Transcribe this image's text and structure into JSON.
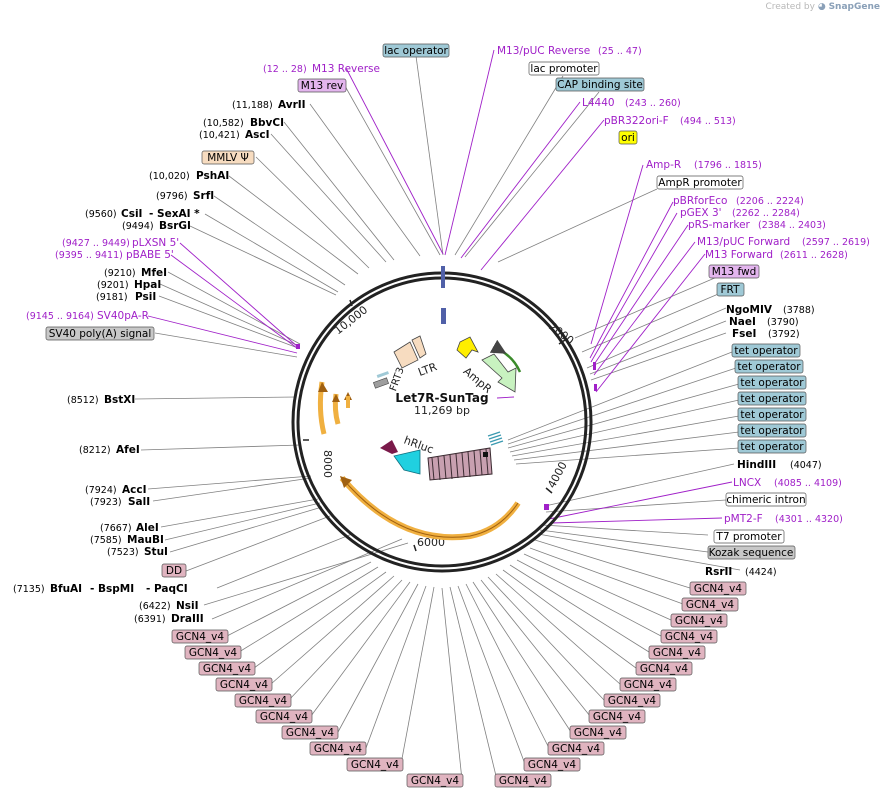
{
  "credit": {
    "prefix": "Created by",
    "brand": "SnapGene"
  },
  "plasmid": {
    "name": "Let7R-SunTag",
    "length": "11,269 bp"
  },
  "ticks": [
    "10,000",
    "2000",
    "4000",
    "6000",
    "8000"
  ],
  "features_inner": [
    "LTR",
    "FRT3",
    "AmpR",
    "hRluc"
  ],
  "colors": {
    "misc_feature": "#9fc9d6",
    "promoter_box": "#ffffff",
    "primer": "#a020c8",
    "ori": "#ffff00",
    "psi": "#f7dcc0",
    "polyA": "#c8c8c8",
    "gcn4": "#e0b4c0",
    "m13_rev": "#e3b5ee"
  },
  "labels": {
    "lac_operator": "lac operator",
    "m13_puc_reverse": "M13/pUC Reverse",
    "m13_puc_reverse_range": "(25 .. 47)",
    "lac_promoter": "lac promoter",
    "cap_site": "CAP binding site",
    "l4440": "L4440",
    "l4440_range": "(243 .. 260)",
    "pbr322ori_f": "pBR322ori-F",
    "pbr322ori_f_range": "(494 .. 513)",
    "ori": "ori",
    "amp_r": "Amp-R",
    "amp_r_range": "(1796 .. 1815)",
    "ampr_promoter": "AmpR promoter",
    "pbrforeco": "pBRforEco",
    "pbrforeco_range": "(2206 .. 2224)",
    "pgex3": "pGEX 3'",
    "pgex3_range": "(2262 .. 2284)",
    "prs_marker": "pRS-marker",
    "prs_marker_range": "(2384 .. 2403)",
    "m13_puc_fwd": "M13/pUC Forward",
    "m13_puc_fwd_range": "(2597 .. 2619)",
    "m13_forward": "M13 Forward",
    "m13_forward_range": "(2611 .. 2628)",
    "m13_fwd": "M13 fwd",
    "frt": "FRT",
    "ngomiv": "NgoMIV",
    "ngomiv_pos": "(3788)",
    "naei": "NaeI",
    "naei_pos": "(3790)",
    "fsei": "FseI",
    "fsei_pos": "(3792)",
    "tet_operator": "tet operator",
    "hindiii": "HindIII",
    "hindiii_pos": "(4047)",
    "lncx": "LNCX",
    "lncx_range": "(4085 .. 4109)",
    "chimeric_intron": "chimeric intron",
    "pmt2_f": "pMT2-F",
    "pmt2_f_range": "(4301 .. 4320)",
    "t7_promoter": "T7 promoter",
    "kozak": "Kozak sequence",
    "rsrii": "RsrII",
    "rsrii_pos": "(4424)",
    "gcn4": "GCN4_v4",
    "m13_reverse_range": "(12 .. 28)",
    "m13_reverse": "M13 Reverse",
    "m13_rev": "M13 rev",
    "avrii_pos": "(11,188)",
    "avrii": "AvrII",
    "bbvci": "BbvCI",
    "bbvci_pos": "(10,582)",
    "asci_pos": "(10,421)",
    "asci": "AscI",
    "mmlv_psi": "MMLV Ψ",
    "pshai_pos": "(10,020)",
    "pshai": "PshAI",
    "srfi_pos": "(9796)",
    "srfi": "SrfI",
    "csii_pos": "(9560)",
    "csii": "CsiI",
    "sexai": "- SexAI *",
    "bsrgi_pos": "(9494)",
    "bsrgi": "BsrGI",
    "plxsn5_range": "(9427 .. 9449)",
    "plxsn5": "pLXSN 5'",
    "pbabe5_range": "(9395 .. 9411)",
    "pbabe5": "pBABE 5'",
    "mfei_pos": "(9210)",
    "mfei": "MfeI",
    "hpai_pos": "(9201)",
    "hpai": "HpaI",
    "psii_pos": "(9181)",
    "psii": "PsiI",
    "sv40pa_r_range": "(9145 .. 9164)",
    "sv40pa_r": "SV40pA-R",
    "sv40_polya": "SV40 poly(A) signal",
    "bstxi_pos": "(8512)",
    "bstxi": "BstXI",
    "afei_pos": "(8212)",
    "afei": "AfeI",
    "acci_pos": "(7924)",
    "acci": "AccI",
    "sali_pos": "(7923)",
    "sali": "SalI",
    "alei_pos": "(7667)",
    "alei": "AleI",
    "maubi_pos": "(7585)",
    "maubi": "MauBI",
    "stui_pos": "(7523)",
    "stui": "StuI",
    "dd": "DD",
    "bfuai_pos": "(7135)",
    "bfuai": "BfuAI",
    "bspmi": "- BspMI",
    "paqci": "- PaqCI",
    "nsii_pos": "(6422)",
    "nsii": "NsiI",
    "draiii_pos": "(6391)",
    "draiii": "DraIII"
  }
}
